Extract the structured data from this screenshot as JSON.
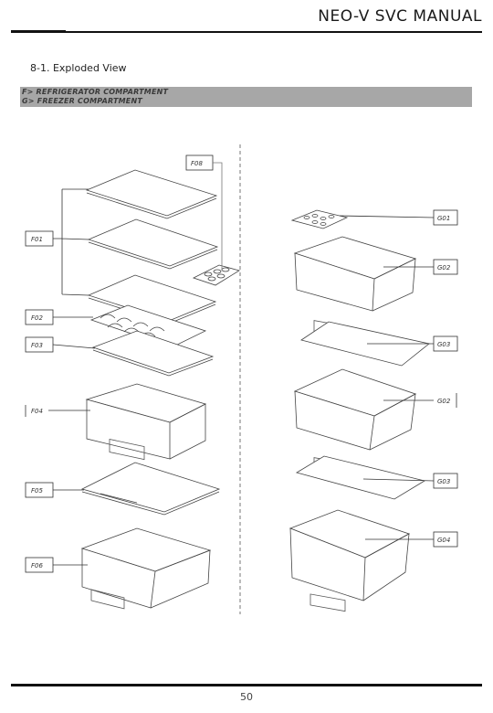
{
  "header": {
    "title": "NEO-V SVC MANUAL"
  },
  "section": {
    "heading": "8-1. Exploded View"
  },
  "legend": {
    "refrigerator": "F> REFRIGERATOR COMPARTMENT",
    "freezer": "G> FREEZER COMPARTMENT"
  },
  "diagram": {
    "refrigerator_parts": [
      "F08",
      "F01",
      "F02",
      "F03",
      "F04",
      "F05",
      "F06"
    ],
    "freezer_parts": [
      "G01",
      "G02",
      "G03",
      "G02",
      "G03",
      "G04"
    ]
  },
  "footer": {
    "page_number": "50"
  }
}
